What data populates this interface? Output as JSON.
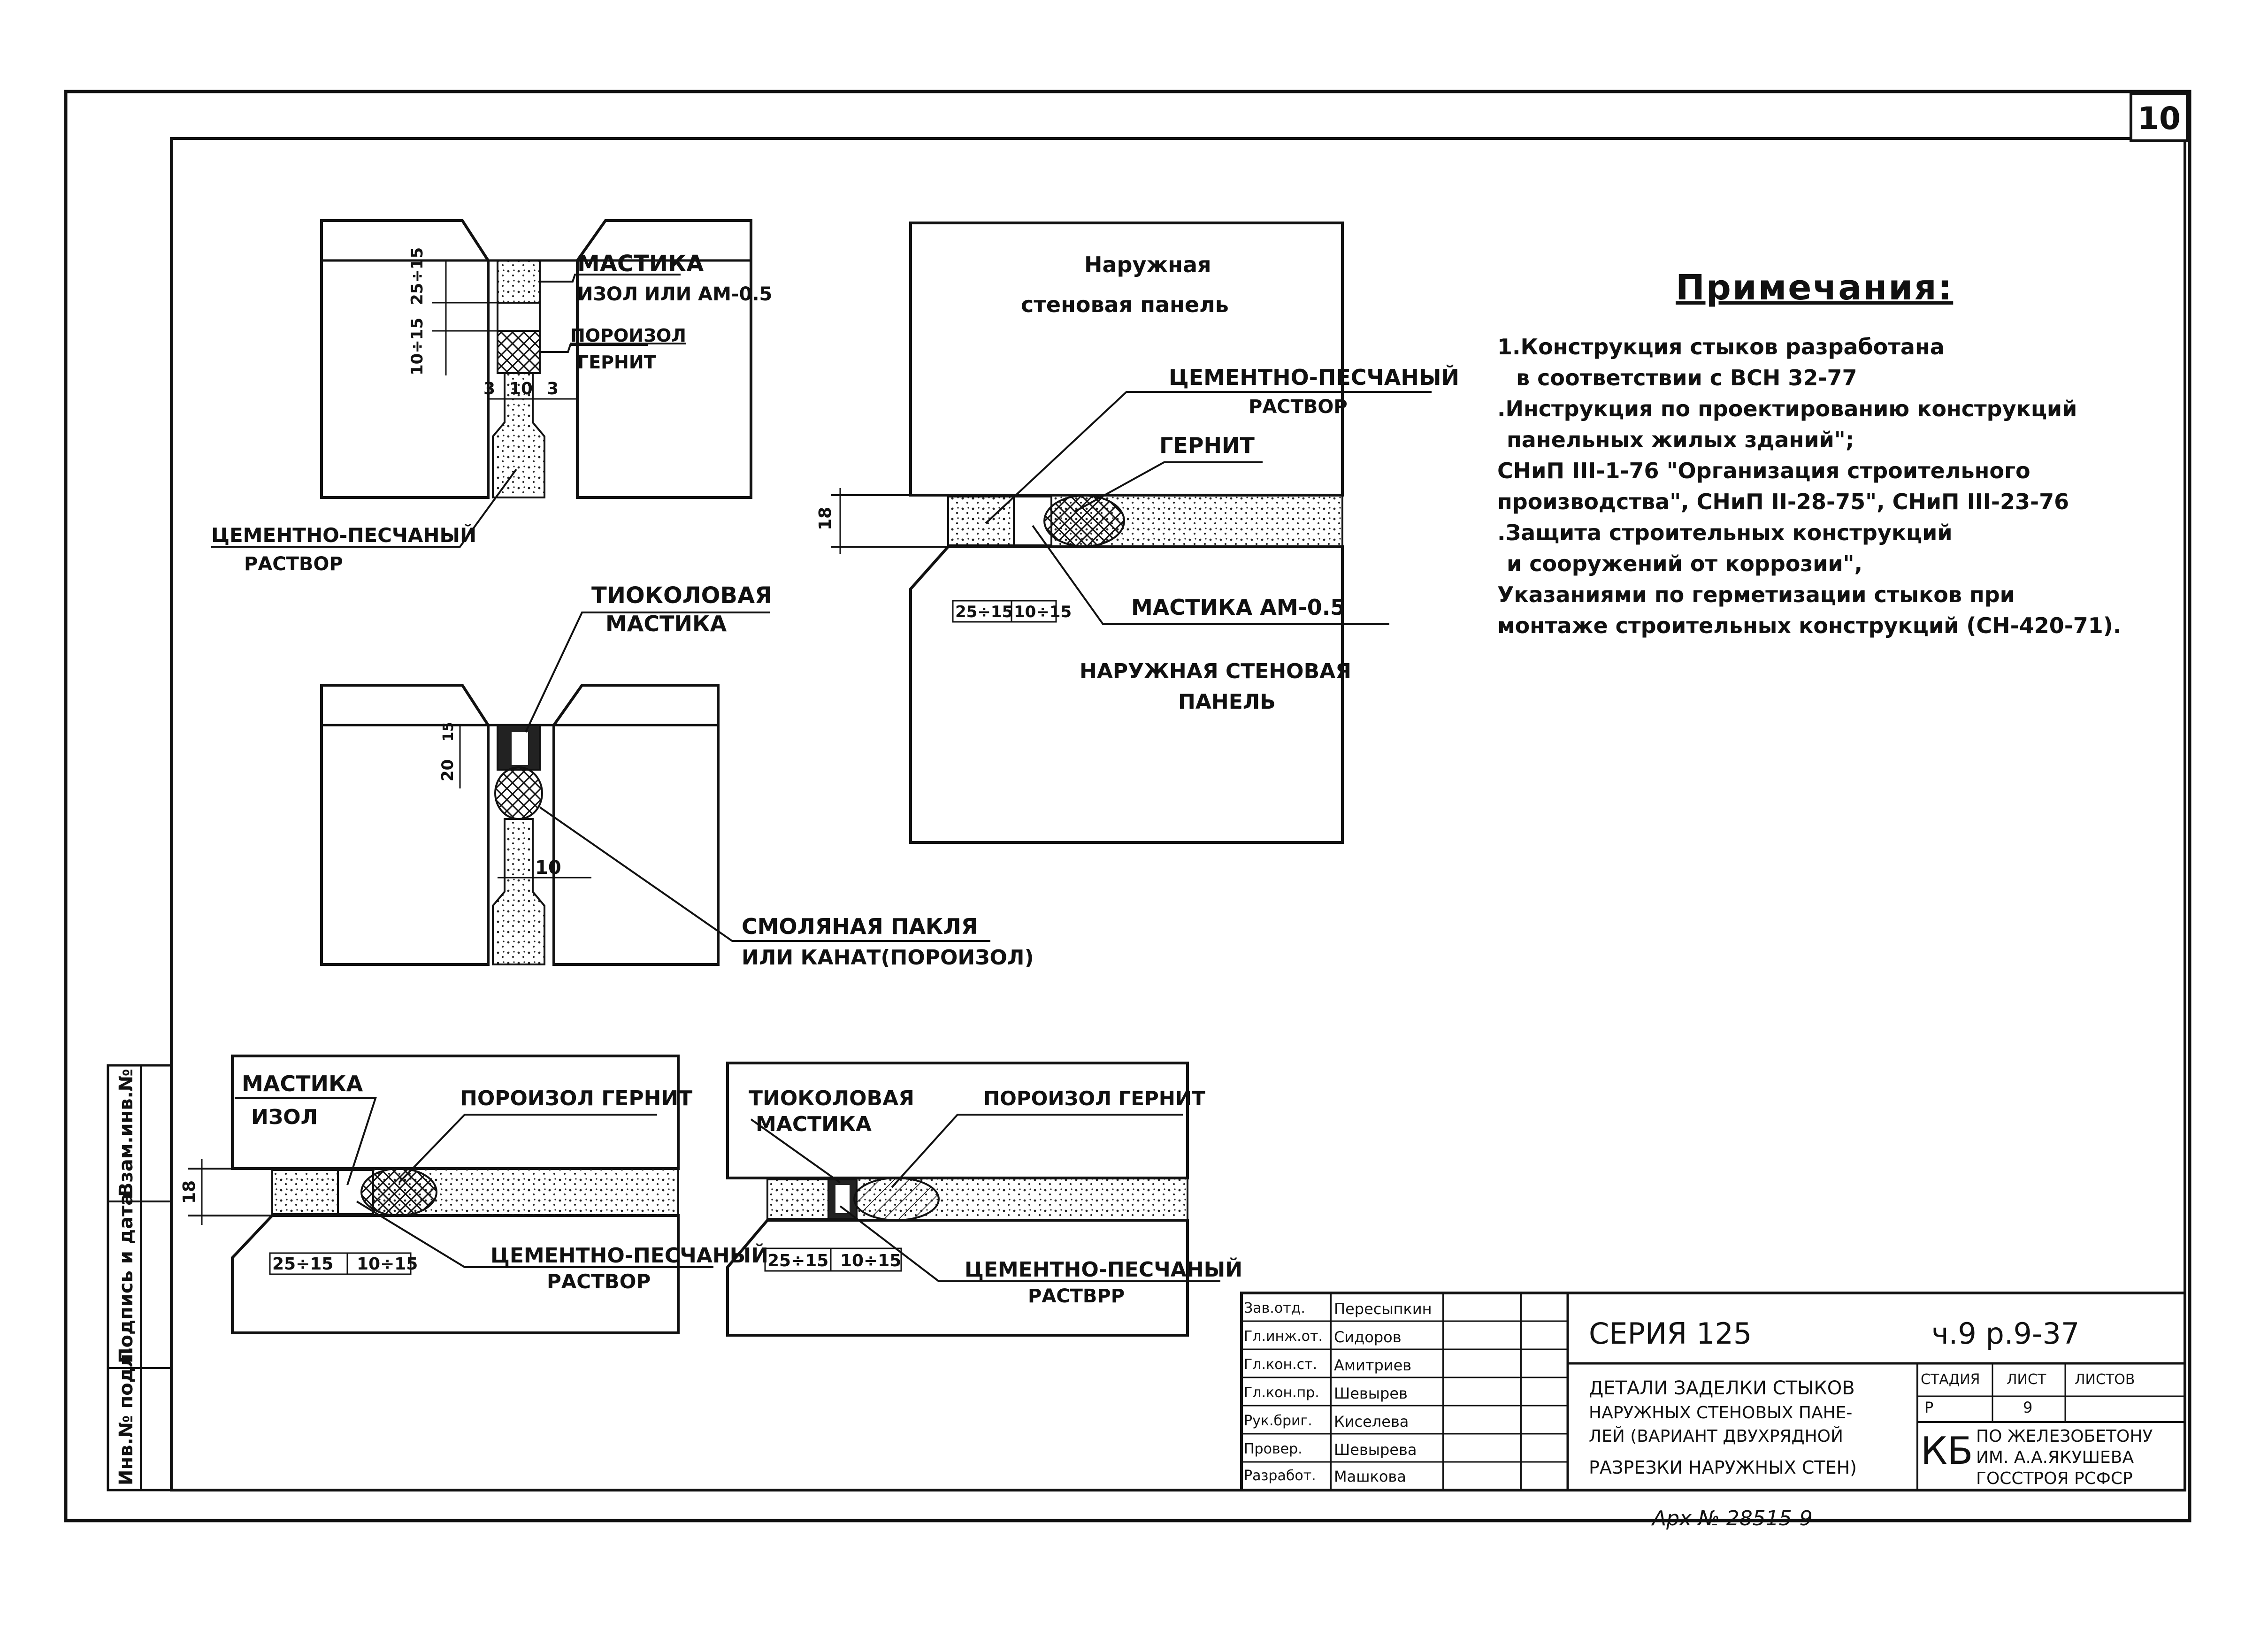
{
  "sheet_number": "10",
  "notes": {
    "title": "Примечания:",
    "lines": [
      "1.Конструкция стыков разработана",
      "в соответствии с ВСН 32-77",
      ".Инструкция по проектированию конструкций",
      "панельных жилых зданий\";",
      "СНиП III-1-76 \"Организация строительного",
      "производства\", СНиП II-28-75\", СНиП III-23-76",
      ".Защита строительных конструкций",
      "и сооружений от коррозии\",",
      "Указаниями по герметизации стыков при",
      "монтаже строительных конструкций (СН-420-71)."
    ]
  },
  "detail1": {
    "mastika": "МАСТИКА",
    "izol": "ИЗОЛ ИЛИ АМ-0.5",
    "poroizol": "ПОРОИЗОЛ",
    "gernit": "ГЕРНИТ",
    "dim_a": "25÷15",
    "dim_b": "10÷15",
    "dim_w3a": "3",
    "dim_w10": "10",
    "dim_w3b": "3",
    "cement1": "ЦЕМЕНТНО-ПЕСЧАНЫЙ",
    "cement2": "РАСТВОР"
  },
  "detail2": {
    "outer1": "Наружная",
    "outer2": "стеновая панель",
    "cement1": "ЦЕМЕНТНО-ПЕСЧАНЫЙ",
    "cement2": "РАСТВОР",
    "gernit": "ГЕРНИТ",
    "dim_h": "18",
    "dim_a": "25÷15",
    "dim_b": "10÷15",
    "mastika": "МАСТИКА АМ-0.5",
    "outer3": "НАРУЖНАЯ СТЕНОВАЯ",
    "outer4": "ПАНЕЛЬ"
  },
  "detail3": {
    "thio1": "ТИОКОЛОВАЯ",
    "thio2": "МАСТИКА",
    "dim_a": "20",
    "dim_b": "15",
    "dim_w": "10",
    "resin1": "СМОЛЯНАЯ ПАКЛЯ",
    "resin2": "ИЛИ КАНАТ(ПОРОИЗОЛ)"
  },
  "detail4": {
    "mastika": "МАСТИКА",
    "izol": "ИЗОЛ",
    "poroizol": "ПОРОИЗОЛ ГЕРНИТ",
    "dim_h": "18",
    "dim_a": "25÷15",
    "dim_b": "10÷15",
    "cement1": "ЦЕМЕНТНО-ПЕСЧАНЫЙ",
    "cement2": "РАСТВОР"
  },
  "detail5": {
    "thio1": "ТИОКОЛОВАЯ",
    "thio2": "МАСТИКА",
    "poroizol": "ПОРОИЗОЛ ГЕРНИТ",
    "dim_a": "25÷15",
    "dim_b": "10÷15",
    "cement1": "ЦЕМЕНТНО-ПЕСЧАНЫЙ",
    "cement2": "РАСТВРР"
  },
  "side_stamp": [
    "Инв.№ подл.",
    "Подпись и дата",
    "Взам.инв.№"
  ],
  "title_block": {
    "roles": [
      "Зав.отд.",
      "Гл.инж.от.",
      "Гл.кон.ст.",
      "Гл.кон.пр.",
      "Рук.бриг.",
      "Провер.",
      "Разработ."
    ],
    "names": [
      "Пересыпкин",
      "Сидоров",
      "Амитриев",
      "Шевырев",
      "Киселева",
      "Шевырева",
      "Машкова"
    ],
    "series": "СЕРИЯ 125",
    "code": "ч.9 р.9-37",
    "desc": [
      "ДЕТАЛИ ЗАДЕЛКИ СТЫКОВ",
      "НАРУЖНЫХ СТЕНОВЫХ ПАНЕ-",
      "ЛЕЙ (ВАРИАНТ ДВУХРЯДНОЙ",
      "РАЗРЕЗКИ НАРУЖНЫХ СТЕН)"
    ],
    "stage_label": "СТАДИЯ",
    "sheet_label": "ЛИСТ",
    "sheets_label": "ЛИСТОВ",
    "stage": "Р",
    "sheet": "9",
    "org_mark": "КБ",
    "org": [
      "ПО ЖЕЛЕЗОБЕТОНУ",
      "ИМ. А.А.ЯКУШЕВА",
      "ГОССТРОЯ РСФСР"
    ],
    "archive": "Арх № 28515-9"
  }
}
